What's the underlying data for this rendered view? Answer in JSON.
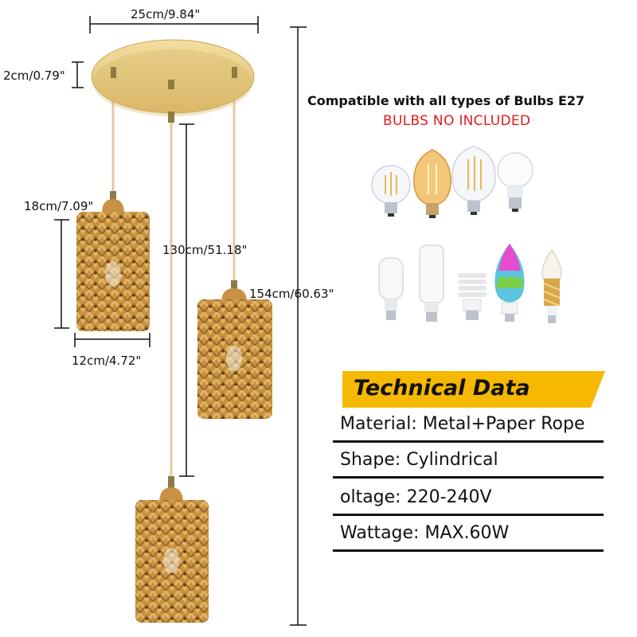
{
  "dimensions": {
    "canopy_diameter": "25cm/9.84\"",
    "canopy_height": "2cm/0.79\"",
    "shade_height": "18cm/7.09\"",
    "shade_diameter": "12cm/4.72\"",
    "cord_length": "130cm/51.18\"",
    "total_height": "154cm/60.63\""
  },
  "bulbs": {
    "compatible_text": "Compatible with all types of Bulbs E27",
    "not_included_text": "BULBS NO INCLUDED",
    "types": [
      "globe-filament-bulb",
      "amber-edison-bulb",
      "st64-filament-bulb",
      "led-a19-bulb",
      "corn-led-bulb",
      "tube-led-bulb",
      "spiral-cfl-bulb",
      "rgb-candle-bulb",
      "crystal-candle-bulb"
    ]
  },
  "technical": {
    "title": "Technical Data",
    "specs": [
      "Material: Metal+Paper Rope",
      "Shape: Cylindrical",
      "oltage: 220-240V",
      "Wattage: MAX.60W"
    ]
  },
  "colors": {
    "canopy": "#e9cd84",
    "rattan": "#c9933e",
    "banner": "#f6b800",
    "alert_red": "#e21b1b"
  }
}
